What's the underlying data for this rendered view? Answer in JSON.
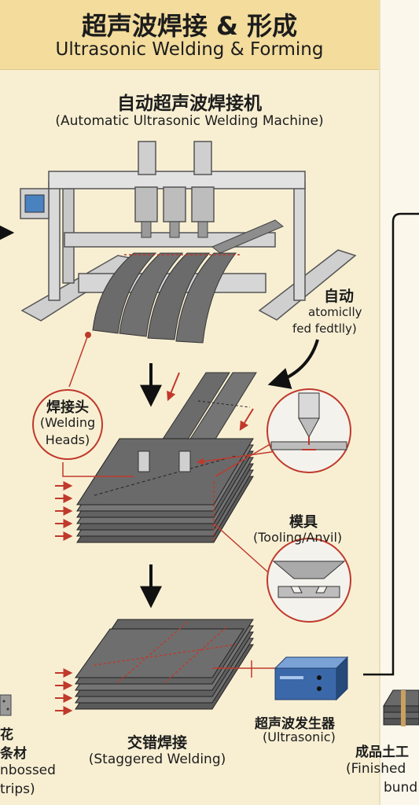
{
  "header": {
    "title_zh": "超声波焊接 & 形成",
    "title_en": "Ultrasonic Welding & Forming"
  },
  "machine": {
    "label_zh": "自动超声波焊接机",
    "label_en": "(Automatic Ultrasonic Welding Machine)"
  },
  "autofeed": {
    "label_zh": "自动",
    "line1": "atomiclly",
    "line2": "fed fedtlly)"
  },
  "welding_heads": {
    "label_zh": "焊接头",
    "line1": "(Welding",
    "line2": "Heads)"
  },
  "tooling": {
    "label_zh": "模具",
    "label_en": "(Tooling/Anvil)"
  },
  "staggered": {
    "label_zh": "交错焊接",
    "label_en": "(Staggered Welding)"
  },
  "generator": {
    "label_zh": "超声波发生器",
    "label_en": "(Ultrasonic)"
  },
  "left_cut": {
    "zh1": "花",
    "zh2": "条材",
    "en1": "nbossed",
    "en2": "trips)"
  },
  "right_cut": {
    "zh": "成品土工",
    "en1": "(Finished",
    "en2": "bund"
  },
  "colors": {
    "accent_red": "#c0392b",
    "header_bg": "#f3dc9c",
    "panel_bg": "#f8efd3",
    "metal": "#6b6b6b"
  }
}
